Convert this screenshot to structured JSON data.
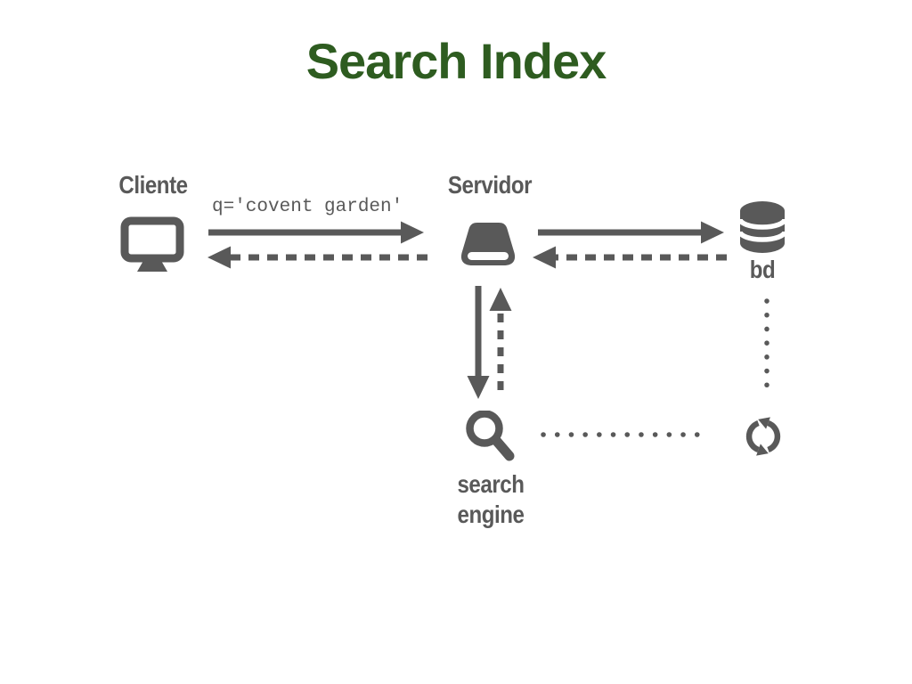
{
  "title": {
    "text": "Search Index",
    "color": "#2e5c20"
  },
  "colors": {
    "diagram_gray": "#595959",
    "background": "#ffffff"
  },
  "nodes": {
    "cliente": {
      "label": "Cliente",
      "icon": "monitor-icon"
    },
    "servidor": {
      "label": "Servidor",
      "icon": "disk-drive-icon"
    },
    "bd": {
      "label": "bd",
      "icon": "database-icon"
    },
    "search_engine": {
      "label_line1": "search",
      "label_line2": "engine",
      "icon": "magnifier-icon"
    },
    "indexer": {
      "icon": "refresh-icon"
    }
  },
  "edges": [
    {
      "from": "cliente",
      "to": "servidor",
      "style": "solid-arrow",
      "label": "q='covent garden'"
    },
    {
      "from": "servidor",
      "to": "cliente",
      "style": "dashed-arrow",
      "label": ""
    },
    {
      "from": "servidor",
      "to": "bd",
      "style": "solid-arrow",
      "label": ""
    },
    {
      "from": "bd",
      "to": "servidor",
      "style": "dashed-arrow",
      "label": ""
    },
    {
      "from": "servidor",
      "to": "search_engine",
      "style": "solid-arrow",
      "label": ""
    },
    {
      "from": "search_engine",
      "to": "servidor",
      "style": "dashed-arrow",
      "label": ""
    },
    {
      "from": "search_engine",
      "to": "indexer",
      "style": "dotted-line",
      "label": ""
    },
    {
      "from": "bd",
      "to": "indexer",
      "style": "dotted-line",
      "label": ""
    }
  ]
}
